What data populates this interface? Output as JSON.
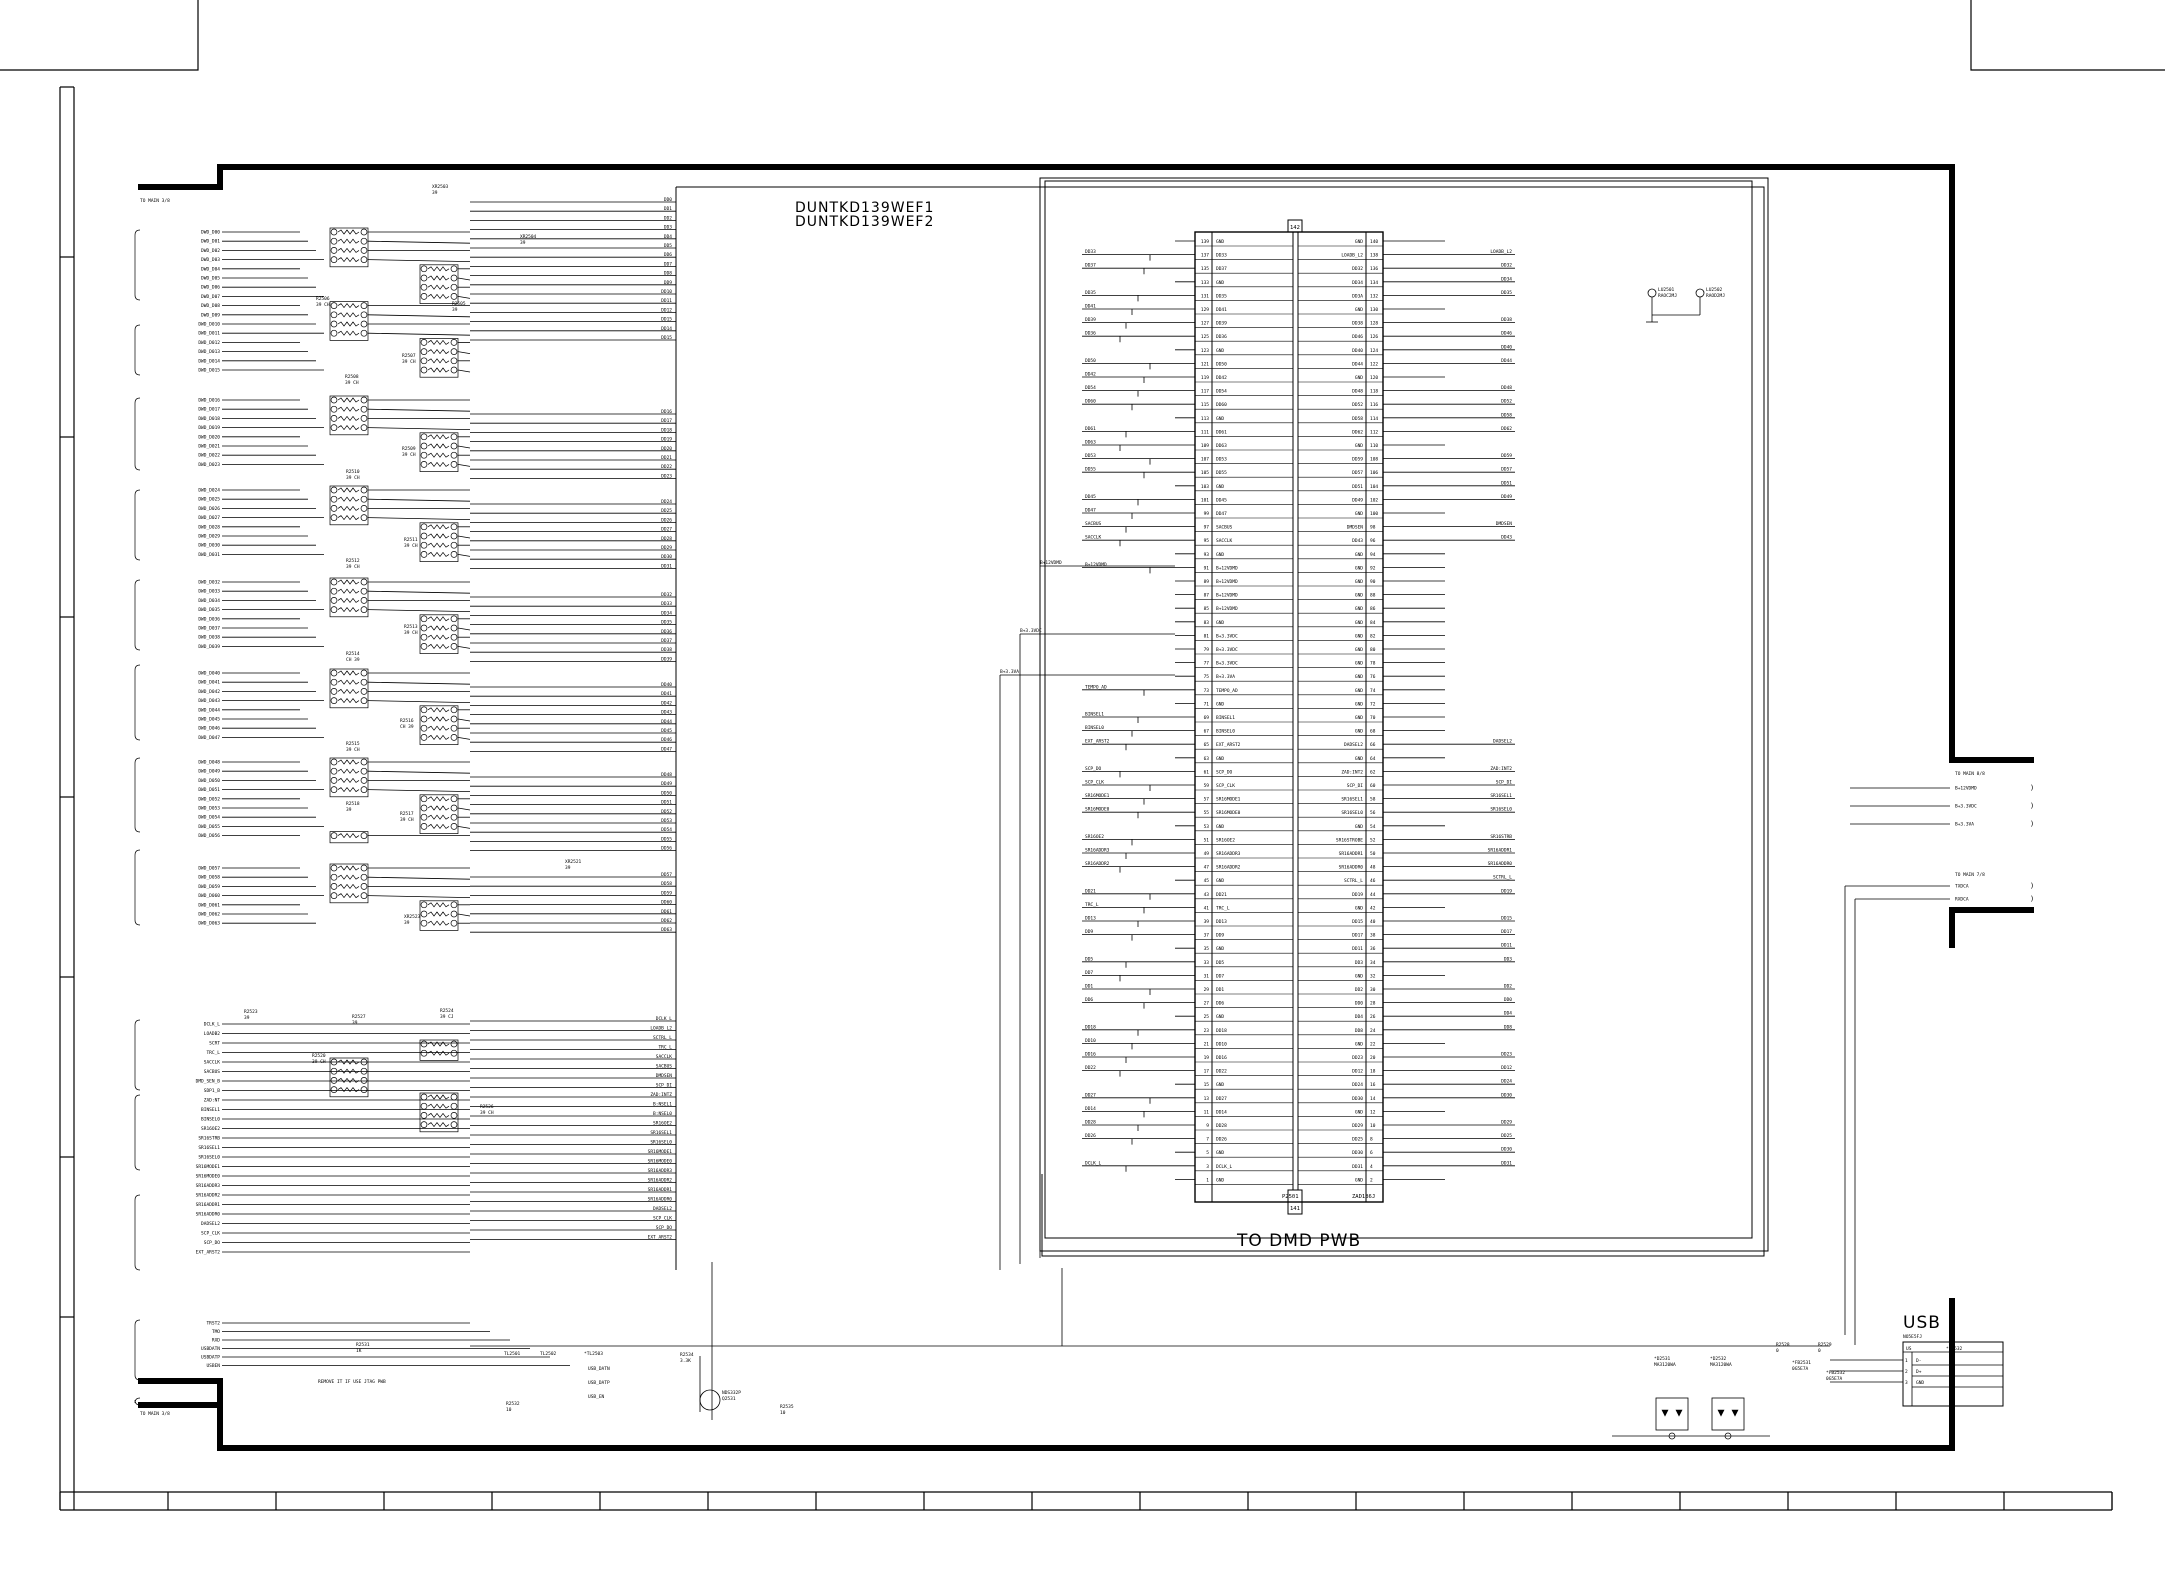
{
  "board": {
    "part_lines": [
      "DUNTKD139WEF1",
      "DUNTKD139WEF2"
    ],
    "to_dmd": "TO  DMD  PWB",
    "usb_title": "USB",
    "connector_ref": "P2501",
    "connector_part": "ZAD186J",
    "to_main": {
      "top_left": "TO MAIN 3/8",
      "bottom_left": "TO MAIN 3/8",
      "right_8": "TO MAIN 8/8",
      "right_7": "TO MAIN 7/8"
    },
    "jtag_note": "REMOVE IT IF USE JTAG PWB"
  },
  "left_inputs": {
    "group_a": [
      "DWD_D00",
      "DWD_D01",
      "DWD_D02",
      "DWD_D03",
      "DWD_D04",
      "DWD_D05",
      "DWD_D06",
      "DWD_D07",
      "DWD_D08",
      "DWD_D09",
      "DWD_D010",
      "DWD_D011",
      "DWD_D012",
      "DWD_D013",
      "DWD_D014",
      "DWD_D015"
    ],
    "group_b": [
      "DWD_D016",
      "DWD_D017",
      "DWD_D018",
      "DWD_D019",
      "DWD_D020",
      "DWD_D021",
      "DWD_D022",
      "DWD_D023"
    ],
    "group_c": [
      "DWD_D024",
      "DWD_D025",
      "DWD_D026",
      "DWD_D027",
      "DWD_D028",
      "DWD_D029",
      "DWD_D030",
      "DWD_D031"
    ],
    "group_d": [
      "DWD_D032",
      "DWD_D033",
      "DWD_D034",
      "DWD_D035",
      "DWD_D036",
      "DWD_D037",
      "DWD_D038",
      "DWD_D039"
    ],
    "group_e": [
      "DWD_D040",
      "DWD_D041",
      "DWD_D042",
      "DWD_D043",
      "DWD_D044",
      "DWD_D045",
      "DWD_D046",
      "DWD_D047"
    ],
    "group_f": [
      "DWD_D048",
      "DWD_D049",
      "DWD_D050",
      "DWD_D051",
      "DWD_D052",
      "DWD_D053",
      "DWD_D054",
      "DWD_D055",
      "DWD_D056"
    ],
    "group_g": [
      "DWD_D057",
      "DWD_D058",
      "DWD_D059",
      "DWD_D060",
      "DWD_D061",
      "DWD_D062",
      "DWD_D063"
    ],
    "control": [
      "DCLK_L",
      "LOADB2",
      "SCRT",
      "TRC_L",
      "SACCLK",
      "SACBUS",
      "DMD_SEN_B",
      "SDP1_B",
      "ZAD:NT",
      "BINSEL1",
      "BINSEL0",
      "SR16OE2",
      "SR16STRB",
      "SR16SEL1",
      "SR16SEL0",
      "SR16MODE1",
      "SR16MODE0",
      "SR16ADDR3",
      "SR16ADDR2",
      "SR16ADDR1",
      "SR16ADDR0",
      "DADSEL2",
      "SCP_CLK",
      "SCP_DO",
      "EXT_ARST2"
    ],
    "jtag": [
      "TRST2",
      "TMO",
      "RXD",
      "USBDATN",
      "USBDATP",
      "USBEN"
    ]
  },
  "right_outputs": {
    "group_a": [
      "DD0",
      "DD1",
      "DD2",
      "DD3",
      "DD4",
      "DD5",
      "DD6",
      "DD7",
      "DD8",
      "DD9",
      "DD10",
      "DD11",
      "DD12",
      "DD15",
      "DD14",
      "DD15"
    ],
    "group_b": [
      "DD16",
      "DD17",
      "DD18",
      "DD19",
      "DD20",
      "DD21",
      "DD22",
      "DD23"
    ],
    "group_c": [
      "DD24",
      "DD25",
      "DD26",
      "DD27",
      "DD28",
      "DD29",
      "DD30",
      "DD31"
    ],
    "group_d": [
      "DD32",
      "DD33",
      "DD34",
      "DD35",
      "DD36",
      "DD37",
      "DD38",
      "DD39"
    ],
    "group_e": [
      "DD40",
      "DD41",
      "DD42",
      "DD43",
      "DD44",
      "DD45",
      "DD46",
      "DD47"
    ],
    "group_f": [
      "DD48",
      "DD49",
      "DD50",
      "DD51",
      "DD52",
      "DD53",
      "DD54",
      "DD55",
      "DD56"
    ],
    "group_g": [
      "DD57",
      "DD58",
      "DD59",
      "DD60",
      "DD61",
      "DD62",
      "DD63"
    ],
    "control": [
      "DCLK_L",
      "LOADB_L2",
      "SCTRL_L",
      "TRC_L",
      "SACCLK",
      "SACBUS",
      "DMDSEN",
      "SCP_DI",
      "ZAD:INTZ",
      "B:NSEL1",
      "B:NSEL0",
      "SR16OE2",
      "SR16SEL1",
      "SR16SEL0",
      "SR16MODE1",
      "SR16MODE0",
      "SR16ADDR3",
      "SR16ADDR2",
      "SR16ADDR1",
      "SR16ADDR0",
      "DADSEL2",
      "SCP_CLK",
      "SCP_DO",
      "EXT_ARST2"
    ]
  },
  "resistor_labels": [
    "XR2503 39",
    "XR2504 39",
    "R2505 39",
    "R2506 39 CH",
    "R2508 39 CH",
    "R2507 39 CH",
    "R2509 39 CH",
    "R2510 39 CH",
    "R2511 39 CH",
    "R2512 39 CH",
    "R2513 39 CH",
    "R2514 CH 39",
    "R2516 CH 39",
    "R2515 39 CH",
    "R2517 39 CH",
    "R2518 39",
    "XR2521 39",
    "XR2523 39",
    "R2523 39",
    "R2527 39",
    "R2524 39 CJ",
    "R2520 39 CH",
    "R2526 39 CH"
  ],
  "connector": {
    "left_pins": [
      [
        "139",
        "GND"
      ],
      [
        "137",
        "DD33"
      ],
      [
        "135",
        "DD37"
      ],
      [
        "133",
        "GND"
      ],
      [
        "131",
        "DD35"
      ],
      [
        "129",
        "DD41"
      ],
      [
        "127",
        "DD39"
      ],
      [
        "125",
        "DD36"
      ],
      [
        "123",
        "GND"
      ],
      [
        "121",
        "DD50"
      ],
      [
        "119",
        "DD42"
      ],
      [
        "117",
        "DD54"
      ],
      [
        "115",
        "DD60"
      ],
      [
        "113",
        "GND"
      ],
      [
        "111",
        "DD61"
      ],
      [
        "109",
        "DD63"
      ],
      [
        "107",
        "DD53"
      ],
      [
        "105",
        "DD55"
      ],
      [
        "103",
        "GND"
      ],
      [
        "101",
        "DD45"
      ],
      [
        "99",
        "DD47"
      ],
      [
        "97",
        "SACBUS"
      ],
      [
        "95",
        "SACCLK"
      ],
      [
        "93",
        "GND"
      ],
      [
        "91",
        "B+12VDMD"
      ],
      [
        "89",
        "B+12VDMD"
      ],
      [
        "87",
        "B+12VDMD"
      ],
      [
        "85",
        "B+12VDMD"
      ],
      [
        "83",
        "GND"
      ],
      [
        "81",
        "B+3.3VDC"
      ],
      [
        "79",
        "B+3.3VDC"
      ],
      [
        "77",
        "B+3.3VDC"
      ],
      [
        "75",
        "B+3.3VA"
      ],
      [
        "73",
        "TEMPO_AD"
      ],
      [
        "71",
        "GND"
      ],
      [
        "69",
        "BINSEL1"
      ],
      [
        "67",
        "BINSEL0"
      ],
      [
        "65",
        "EXT_ARST2"
      ],
      [
        "63",
        "GND"
      ],
      [
        "61",
        "SCP_DO"
      ],
      [
        "59",
        "SCP_CLK"
      ],
      [
        "57",
        "SR16MODE1"
      ],
      [
        "55",
        "SR16MODE0"
      ],
      [
        "53",
        "GND"
      ],
      [
        "51",
        "SR16OE2"
      ],
      [
        "49",
        "SR16ADDR3"
      ],
      [
        "47",
        "SR16ADDR2"
      ],
      [
        "45",
        "GND"
      ],
      [
        "43",
        "DD21"
      ],
      [
        "41",
        "TRC_L"
      ],
      [
        "39",
        "DD13"
      ],
      [
        "37",
        "DD9"
      ],
      [
        "35",
        "GND"
      ],
      [
        "33",
        "DD5"
      ],
      [
        "31",
        "DD7"
      ],
      [
        "29",
        "DD1"
      ],
      [
        "27",
        "DD6"
      ],
      [
        "25",
        "GND"
      ],
      [
        "23",
        "DD18"
      ],
      [
        "21",
        "DD10"
      ],
      [
        "19",
        "DD16"
      ],
      [
        "17",
        "DD22"
      ],
      [
        "15",
        "GND"
      ],
      [
        "13",
        "DD27"
      ],
      [
        "11",
        "DD14"
      ],
      [
        "9",
        "DD28"
      ],
      [
        "7",
        "DD26"
      ],
      [
        "5",
        "GND"
      ],
      [
        "3",
        "DCLK_L"
      ],
      [
        "1",
        "GND"
      ]
    ],
    "right_pins": [
      [
        "GND",
        "140"
      ],
      [
        "LOADB_L2",
        "138"
      ],
      [
        "DD32",
        "136"
      ],
      [
        "DD34",
        "134"
      ],
      [
        "DD3A",
        "132"
      ],
      [
        "GND",
        "130"
      ],
      [
        "DD38",
        "128"
      ],
      [
        "DD46",
        "126"
      ],
      [
        "DD40",
        "124"
      ],
      [
        "DD44",
        "122"
      ],
      [
        "GND",
        "120"
      ],
      [
        "DD48",
        "118"
      ],
      [
        "DD52",
        "116"
      ],
      [
        "DD58",
        "114"
      ],
      [
        "DD62",
        "112"
      ],
      [
        "GND",
        "110"
      ],
      [
        "DD59",
        "108"
      ],
      [
        "DD57",
        "106"
      ],
      [
        "DD51",
        "104"
      ],
      [
        "DD49",
        "102"
      ],
      [
        "GND",
        "100"
      ],
      [
        "DMDSEN",
        "98"
      ],
      [
        "DD43",
        "96"
      ],
      [
        "GND",
        "94"
      ],
      [
        "GND",
        "92"
      ],
      [
        "GND",
        "90"
      ],
      [
        "GND",
        "88"
      ],
      [
        "GND",
        "86"
      ],
      [
        "GND",
        "84"
      ],
      [
        "GND",
        "82"
      ],
      [
        "GND",
        "80"
      ],
      [
        "GND",
        "78"
      ],
      [
        "GND",
        "76"
      ],
      [
        "GND",
        "74"
      ],
      [
        "GND",
        "72"
      ],
      [
        "GND",
        "70"
      ],
      [
        "GND",
        "68"
      ],
      [
        "DADSEL2",
        "66"
      ],
      [
        "GND",
        "64"
      ],
      [
        "ZAD:INT2",
        "62"
      ],
      [
        "SCP_DI",
        "60"
      ],
      [
        "SR16SEL1",
        "58"
      ],
      [
        "SR16SEL0",
        "56"
      ],
      [
        "GND",
        "54"
      ],
      [
        "SR16STROBE",
        "52"
      ],
      [
        "SR16ADDR1",
        "50"
      ],
      [
        "SR16ADDR0",
        "48"
      ],
      [
        "SCTRL_L",
        "46"
      ],
      [
        "DD19",
        "44"
      ],
      [
        "GND",
        "42"
      ],
      [
        "DD15",
        "40"
      ],
      [
        "DD17",
        "38"
      ],
      [
        "DD11",
        "36"
      ],
      [
        "DD3",
        "34"
      ],
      [
        "GND",
        "32"
      ],
      [
        "DD2",
        "30"
      ],
      [
        "DD0",
        "28"
      ],
      [
        "DD4",
        "26"
      ],
      [
        "DD8",
        "24"
      ],
      [
        "GND",
        "22"
      ],
      [
        "DD23",
        "20"
      ],
      [
        "DD12",
        "18"
      ],
      [
        "DD24",
        "16"
      ],
      [
        "DD30",
        "14"
      ],
      [
        "GND",
        "12"
      ],
      [
        "DD29",
        "10"
      ],
      [
        "DD25",
        "8"
      ],
      [
        "DD30",
        "6"
      ],
      [
        "DD31",
        "4"
      ],
      [
        "GND",
        "2"
      ]
    ],
    "top_pin": "142",
    "bottom_pin": "141"
  },
  "connector_left_signals": [
    "DD33",
    "DD37",
    "DD35",
    "DD41",
    "DD39",
    "DD36",
    "DD50",
    "DD42",
    "DD54",
    "DD60",
    "DD61",
    "DD63",
    "DD53",
    "DD55",
    "DD45",
    "DD47",
    "SACBUS",
    "SACCLK",
    "B+12VDMD",
    "TEMPO_AD",
    "BINSEL1",
    "BINSEL0",
    "EXT_ARST2",
    "SCP_DO",
    "SCP_CLK",
    "SR16MODE1",
    "SR16MODE0",
    "SR16OE2",
    "SR16ADDR3",
    "SR16ADDR2",
    "DD21",
    "TRC_L",
    "DD13",
    "DD9",
    "DD5",
    "DD7",
    "DD1",
    "DD6",
    "DD18",
    "DD10",
    "DD16",
    "DD22",
    "DD27",
    "DD14",
    "DD28",
    "DD26",
    "DCLK_L"
  ],
  "connector_right_signals": [
    "LOADB_L2",
    "DD32",
    "DD34",
    "DD35",
    "DD38",
    "DD46",
    "DD40",
    "DD44",
    "DD48",
    "DD52",
    "DD58",
    "DD62",
    "DD59",
    "DD57",
    "DD51",
    "DD49",
    "DMDSEN",
    "DD43",
    "DADSEL2",
    "ZAD:INT2",
    "SCP_DI",
    "SR16SEL1",
    "SR16SEL0",
    "SR16STRB",
    "SR16ADDR1",
    "SR16ADDR0",
    "SCTRL_L",
    "DD19",
    "DD15",
    "DD17",
    "DD11",
    "DD3",
    "DD2",
    "DD0",
    "DD4",
    "DD8",
    "DD23",
    "DD12",
    "DD24",
    "DD30",
    "DD29",
    "DD25",
    "DD30",
    "DD31"
  ],
  "power_rails": [
    "B+12VDMD",
    "B+3.3VDC",
    "B+3.3VA"
  ],
  "right_connector_outputs": {
    "main8": [
      "B+12VDMD",
      "B+3.3VDC",
      "B+3.3VA"
    ],
    "main7": [
      "TXDCA",
      "RXDCA"
    ]
  },
  "usb_connector": {
    "header": [
      "US",
      "*P2532"
    ],
    "part": "NO5E5FJ",
    "pins": [
      [
        "1",
        "D-"
      ],
      [
        "2",
        "D+"
      ],
      [
        "3",
        "GND"
      ]
    ]
  },
  "misc_parts": {
    "lu1": "LU2501 RAOC2MJ",
    "lu2": "LU2502 RAOD2MJ",
    "tl1": "TL2501",
    "tl2": "TL2502",
    "tl3": "*TL2503",
    "r2531": "R2531 1K",
    "r2534": "R2534 3.3K",
    "q2531": "NDS332P Q2531",
    "r2532": "R2532 10",
    "r2535": "R2535 10",
    "d2531": "*D2531 MA3120WA",
    "d2532": "*D2532 MA3120WA",
    "r2528": "R2528 0",
    "r2529": "R2529 0",
    "fb2531": "*FB2531 0G5E7A",
    "fb2532": "*FB2532 0G5E7A",
    "usb_dat_n": "USB_DATN",
    "usb_dat_p": "USB_DATP",
    "usb_en": "USB_EN"
  }
}
